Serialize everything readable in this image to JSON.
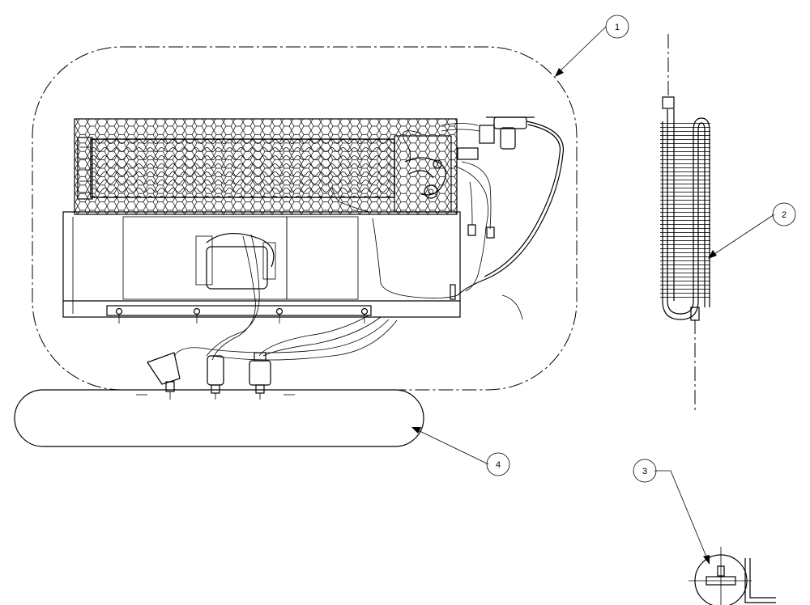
{
  "callouts": [
    {
      "label": "1",
      "target": "condensing-unit-assembly"
    },
    {
      "label": "2",
      "target": "condenser-coil"
    },
    {
      "label": "3",
      "target": "filter-drier-fitting"
    },
    {
      "label": "4",
      "target": "mounting-base"
    }
  ],
  "colors": {
    "line": "#000000",
    "background": "#ffffff"
  }
}
